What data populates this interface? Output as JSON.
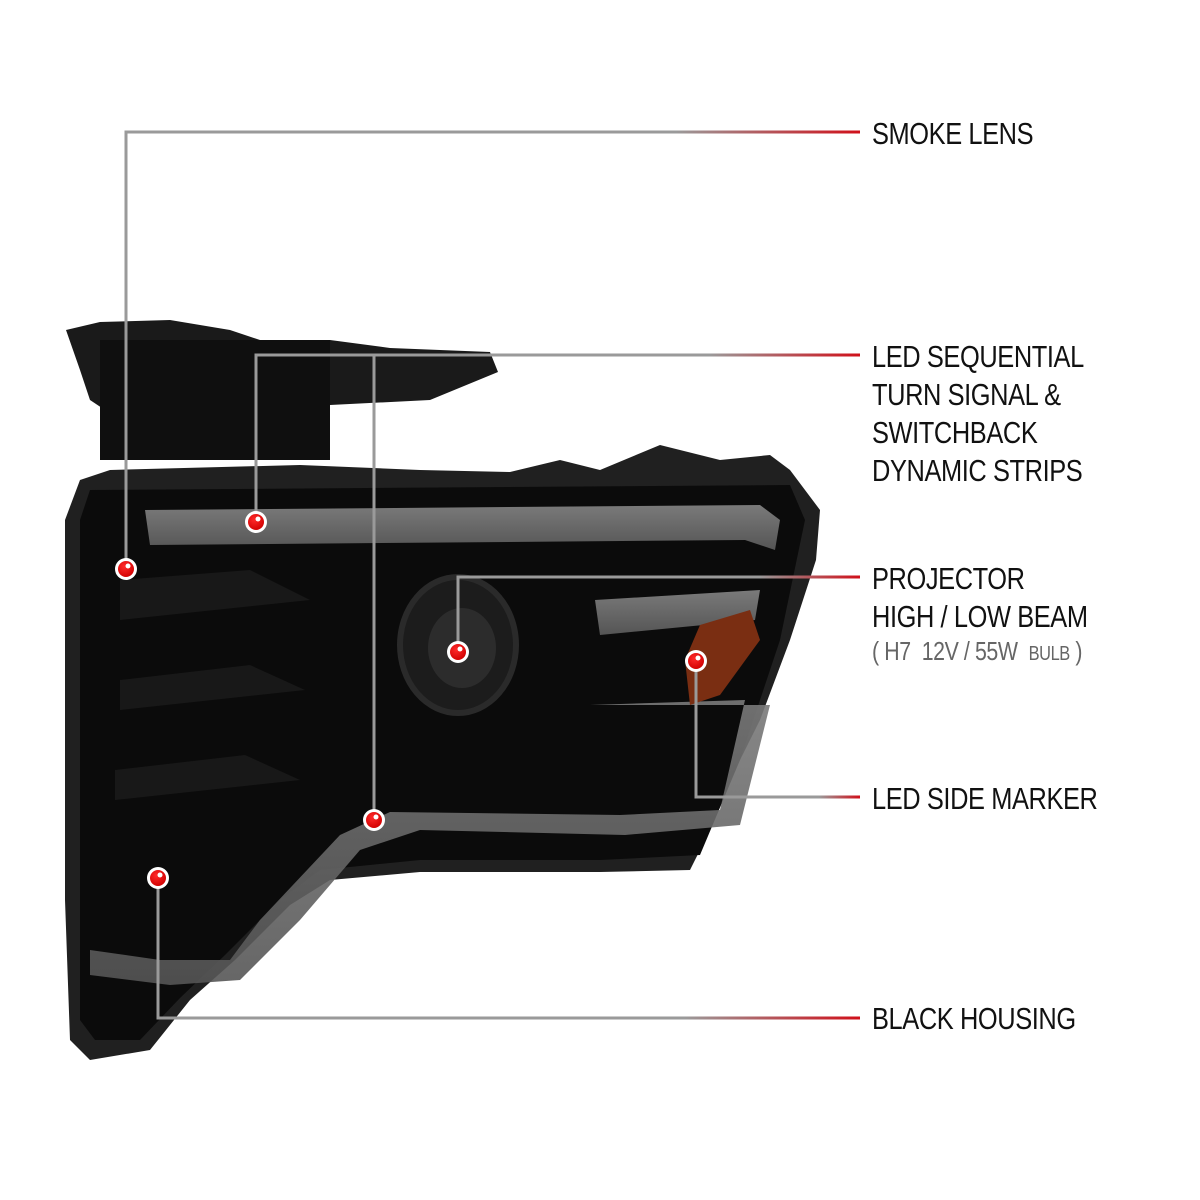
{
  "product": "Smoke lens headlight with black housing",
  "colors": {
    "accent_red": "#d0101a",
    "leader_gray": "#9a9a9a",
    "text": "#111111",
    "subtext": "#666666",
    "housing": "#141414",
    "lens_smoke": "#3a3a3a",
    "light_bar": "#6e6e6e",
    "amber_marker": "#8a3a18"
  },
  "callouts": [
    {
      "id": "smoke-lens",
      "lines": [
        "SMOKE LENS"
      ]
    },
    {
      "id": "led-sequential",
      "lines": [
        "LED SEQUENTIAL",
        "TURN SIGNAL &",
        "SWITCHBACK",
        "DYNAMIC STRIPS"
      ]
    },
    {
      "id": "projector",
      "lines": [
        "PROJECTOR",
        "HIGH / LOW BEAM"
      ],
      "spec": {
        "open": "(",
        "bulb": "H7",
        "voltage": "12V",
        "sep": "/",
        "wattage": "55W",
        "unit": "BULB",
        "close": ")"
      }
    },
    {
      "id": "led-side-marker",
      "lines": [
        "LED SIDE MARKER"
      ]
    },
    {
      "id": "black-housing",
      "lines": [
        "BLACK HOUSING"
      ]
    }
  ]
}
